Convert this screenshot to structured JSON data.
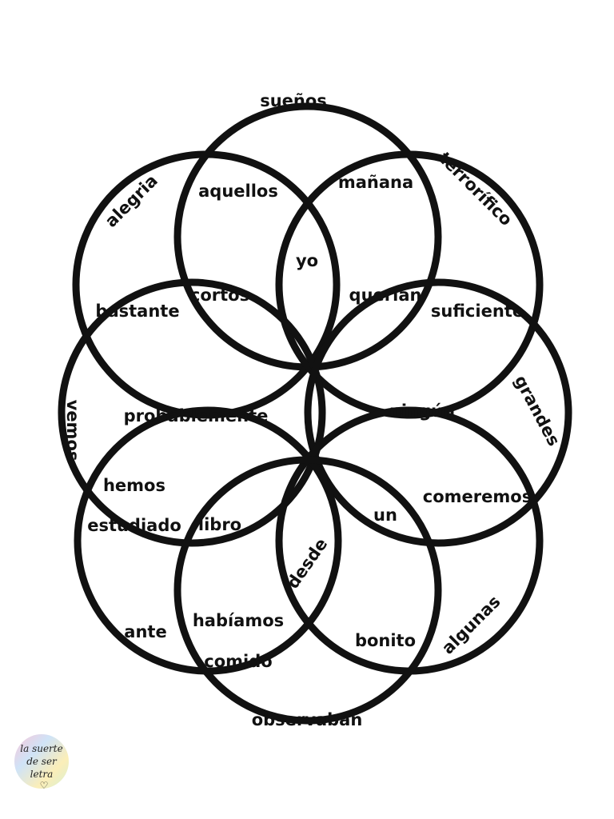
{
  "diagram": {
    "words": [
      {
        "id": "suenos",
        "text": "sueños"
      },
      {
        "id": "alegria",
        "text": "alegria"
      },
      {
        "id": "aquellos",
        "text": "aquellos"
      },
      {
        "id": "manana",
        "text": "mañana"
      },
      {
        "id": "terrorifico",
        "text": "terrorífico"
      },
      {
        "id": "yo",
        "text": "yo"
      },
      {
        "id": "bastante",
        "text": "bastante"
      },
      {
        "id": "cortos",
        "text": "cortos"
      },
      {
        "id": "querian",
        "text": "querían"
      },
      {
        "id": "suficiente",
        "text": "suficiente"
      },
      {
        "id": "vemos",
        "text": "vemos"
      },
      {
        "id": "probablemente",
        "text": "probablemente"
      },
      {
        "id": "ningun",
        "text": "ningún"
      },
      {
        "id": "grandes",
        "text": "grandes"
      },
      {
        "id": "hemos-estudiado-1",
        "text": "hemos"
      },
      {
        "id": "hemos-estudiado-2",
        "text": "estudiado"
      },
      {
        "id": "libro",
        "text": "libro"
      },
      {
        "id": "un",
        "text": "un"
      },
      {
        "id": "comeremos",
        "text": "comeremos"
      },
      {
        "id": "desde",
        "text": "desde"
      },
      {
        "id": "ante",
        "text": "ante"
      },
      {
        "id": "habiamos-comido-1",
        "text": "habíamos"
      },
      {
        "id": "habiamos-comido-2",
        "text": "comido"
      },
      {
        "id": "bonito",
        "text": "bonito"
      },
      {
        "id": "algunas",
        "text": "algunas"
      },
      {
        "id": "observaban",
        "text": "observaban"
      }
    ]
  },
  "logo": {
    "line1": "la suerte",
    "line2": "de ser",
    "line3": "letra"
  }
}
